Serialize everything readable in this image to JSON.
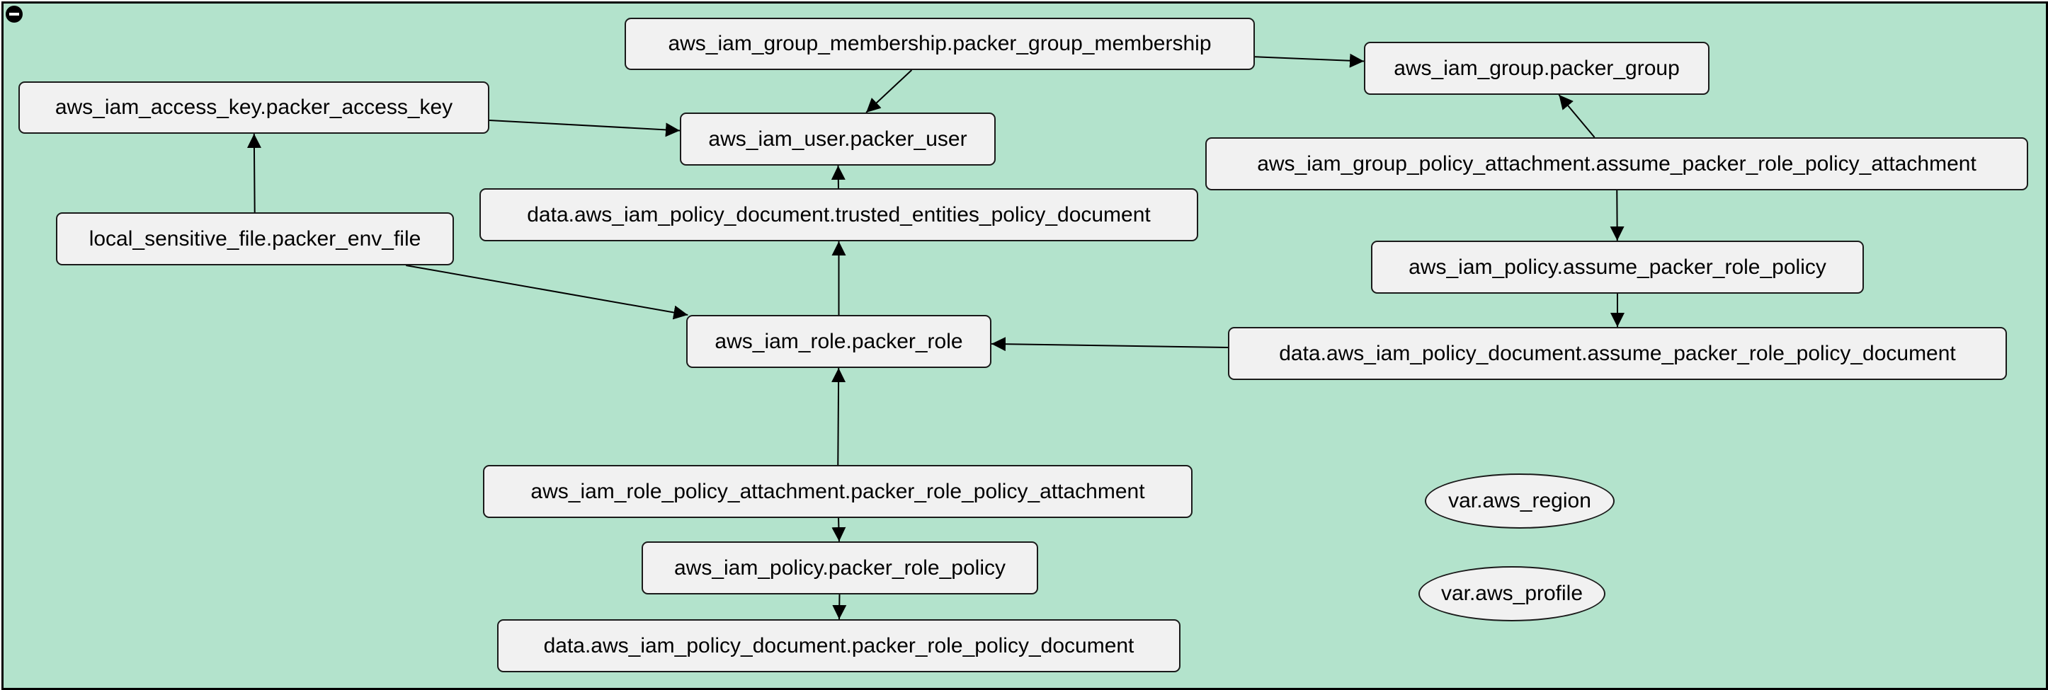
{
  "controls": {
    "collapse_icon": "minus-circle-icon"
  },
  "nodes": {
    "group_membership": "aws_iam_group_membership.packer_group_membership",
    "group": "aws_iam_group.packer_group",
    "access_key": "aws_iam_access_key.packer_access_key",
    "user": "aws_iam_user.packer_user",
    "group_policy_attachment": "aws_iam_group_policy_attachment.assume_packer_role_policy_attachment",
    "trusted_policy_doc": "data.aws_iam_policy_document.trusted_entities_policy_document",
    "env_file": "local_sensitive_file.packer_env_file",
    "assume_policy": "aws_iam_policy.assume_packer_role_policy",
    "role": "aws_iam_role.packer_role",
    "assume_policy_doc": "data.aws_iam_policy_document.assume_packer_role_policy_document",
    "role_policy_attachment": "aws_iam_role_policy_attachment.packer_role_policy_attachment",
    "region": "var.aws_region",
    "role_policy": "aws_iam_policy.packer_role_policy",
    "profile": "var.aws_profile",
    "role_policy_doc": "data.aws_iam_policy_document.packer_role_policy_document"
  },
  "edges": [
    [
      "group_membership",
      "user"
    ],
    [
      "group_membership",
      "group"
    ],
    [
      "access_key",
      "user"
    ],
    [
      "trusted_policy_doc",
      "user"
    ],
    [
      "env_file",
      "access_key"
    ],
    [
      "env_file",
      "role"
    ],
    [
      "role",
      "trusted_policy_doc"
    ],
    [
      "group_policy_attachment",
      "group"
    ],
    [
      "group_policy_attachment",
      "assume_policy"
    ],
    [
      "assume_policy",
      "assume_policy_doc"
    ],
    [
      "assume_policy_doc",
      "role"
    ],
    [
      "role_policy_attachment",
      "role"
    ],
    [
      "role_policy_attachment",
      "role_policy"
    ],
    [
      "role_policy",
      "role_policy_doc"
    ]
  ]
}
